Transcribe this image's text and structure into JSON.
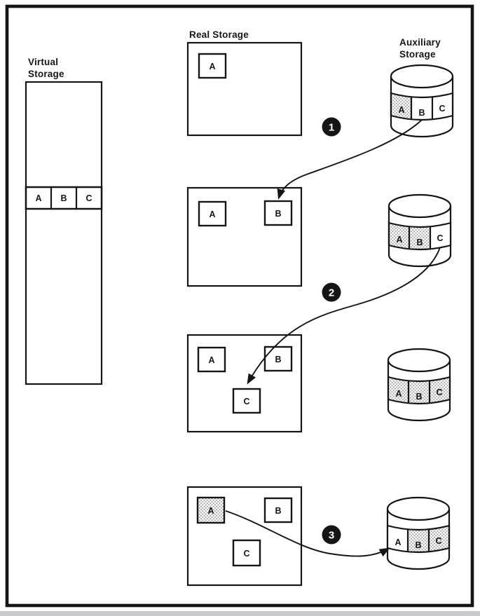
{
  "page": {
    "background": "#ffffff",
    "ink": "#151515",
    "shade_dot_color": "#8f8f8f",
    "footer_strip_color": "#c7cacb"
  },
  "labels": {
    "virtual_storage": [
      "Virtual",
      "Storage"
    ],
    "real_storage": "Real Storage",
    "auxiliary_storage": [
      "Auxiliary",
      "Storage"
    ]
  },
  "virtual_storage": {
    "pages": [
      "A",
      "B",
      "C"
    ]
  },
  "real_storage_frames": [
    {
      "pages": [
        {
          "label": "A",
          "shaded": false
        }
      ]
    },
    {
      "pages": [
        {
          "label": "A",
          "shaded": false
        },
        {
          "label": "B",
          "shaded": false
        }
      ]
    },
    {
      "pages": [
        {
          "label": "A",
          "shaded": false
        },
        {
          "label": "B",
          "shaded": false
        },
        {
          "label": "C",
          "shaded": false
        }
      ]
    },
    {
      "pages": [
        {
          "label": "A",
          "shaded": true
        },
        {
          "label": "B",
          "shaded": false
        },
        {
          "label": "C",
          "shaded": false
        }
      ]
    }
  ],
  "auxiliary_cylinders": [
    {
      "slots": [
        {
          "label": "A",
          "shaded": true
        },
        {
          "label": "B",
          "shaded": false
        },
        {
          "label": "C",
          "shaded": false
        }
      ]
    },
    {
      "slots": [
        {
          "label": "A",
          "shaded": true
        },
        {
          "label": "B",
          "shaded": true
        },
        {
          "label": "C",
          "shaded": false
        }
      ]
    },
    {
      "slots": [
        {
          "label": "A",
          "shaded": true
        },
        {
          "label": "B",
          "shaded": true
        },
        {
          "label": "C",
          "shaded": true
        }
      ]
    },
    {
      "slots": [
        {
          "label": "A",
          "shaded": false
        },
        {
          "label": "B",
          "shaded": true
        },
        {
          "label": "C",
          "shaded": true
        }
      ]
    }
  ],
  "step_markers": [
    {
      "number": "1"
    },
    {
      "number": "2"
    },
    {
      "number": "3"
    }
  ]
}
